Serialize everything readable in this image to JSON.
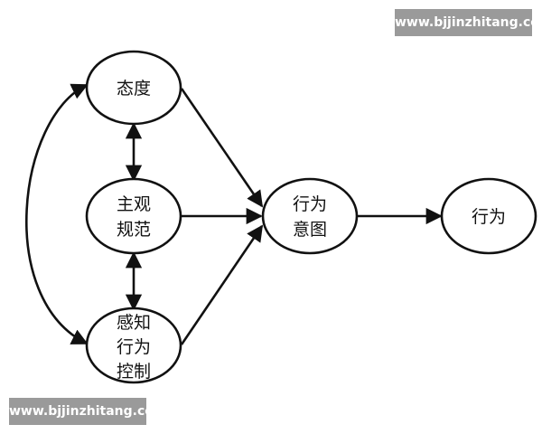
{
  "diagram": {
    "nodes": {
      "attitude": {
        "lines": [
          "态度"
        ]
      },
      "subjective_norm": {
        "lines": [
          "主观",
          "规范"
        ]
      },
      "perceived_control": {
        "lines": [
          "感知",
          "行为",
          "控制"
        ]
      },
      "intention": {
        "lines": [
          "行为",
          "意图"
        ]
      },
      "behavior": {
        "lines": [
          "行为"
        ]
      }
    }
  },
  "watermarks": {
    "top": "www.bjjinzhitang.com",
    "bottom": "www.bjjinzhitang.com"
  },
  "colors": {
    "stroke": "#111111",
    "watermark_bg": "#9a9a9a",
    "watermark_text": "#ffffff"
  }
}
